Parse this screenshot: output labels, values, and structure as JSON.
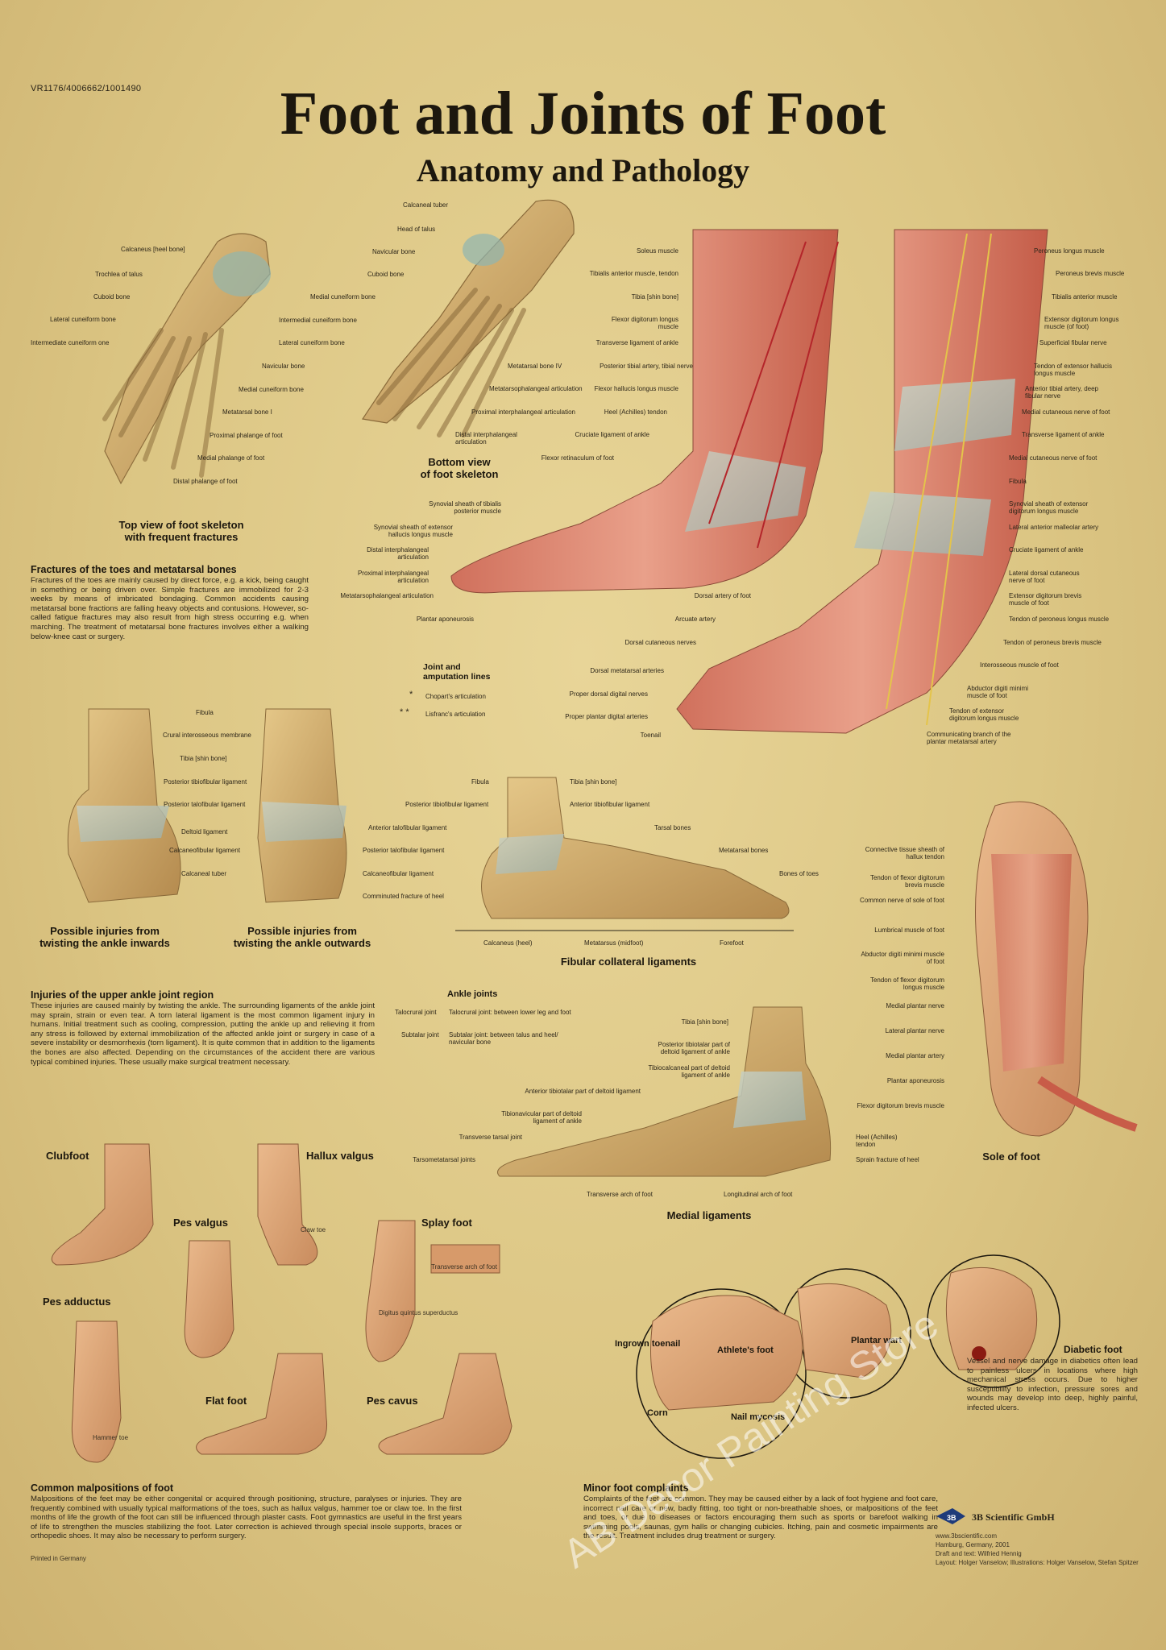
{
  "code": "VR1176/4006662/1001490",
  "title": "Foot and Joints of Foot",
  "subtitle": "Anatomy and Pathology",
  "top_view": {
    "labels": [
      "Calcaneus [heel bone]",
      "Trochlea of talus",
      "Cuboid bone",
      "Lateral cuneiform bone",
      "Intermediate cuneiform one"
    ],
    "labels_right": [
      "Navicular bone",
      "Medial cuneiform bone",
      "Metatarsal bone I",
      "Proximal phalange of foot",
      "Medial phalange of foot",
      "Distal phalange of foot"
    ],
    "caption": "Top view of foot skeleton\nwith frequent fractures"
  },
  "bottom_view": {
    "labels": [
      "Calcaneal tuber",
      "Head of talus",
      "Navicular bone",
      "Cuboid bone",
      "Medial cuneiform bone",
      "Intermedial cuneiform bone",
      "Lateral cuneiform bone"
    ],
    "labels_right": [
      "Metatarsal bone IV",
      "Metatarsophalangeal articulation",
      "Proximal interphalangeal articulation",
      "Distal interphalangeal articulation"
    ],
    "caption": "Bottom view\nof foot skeleton"
  },
  "fractures": {
    "heading": "Fractures of the toes and metatarsal bones",
    "text": "Fractures of the toes are mainly caused by direct force, e.g. a kick, being caught in something or being driven over. Simple fractures are immobilized for 2-3 weeks by means of imbricated bondaging. Common accidents causing metatarsal bone fractions are falling heavy objects and contusions. However, so-called fatigue fractures may also result from high stress occurring e.g. when marching. The treatment of metatarsal bone fractures involves either a walking below-knee cast or surgery."
  },
  "muscles": {
    "labels_left": [
      "Soleus muscle",
      "Tibialis anterior muscle, tendon",
      "Tibia [shin bone]",
      "Flexor digitorum longus muscle",
      "Transverse ligament of ankle",
      "Posterior tibial artery, tibial nerve",
      "Flexor hallucis longus muscle",
      "Heel (Achilles) tendon",
      "Cruciate ligament of ankle",
      "Flexor retinaculum of foot"
    ],
    "labels_lower": [
      "Synovial sheath of tibialis posterior muscle",
      "Synovial sheath of extensor hallucis longus muscle",
      "Distal interphalangeal articulation",
      "Proximal interphalangeal articulation",
      "Metatarsophalangeal articulation",
      "Plantar aponeurosis"
    ],
    "labels_mid": [
      "Dorsal artery of foot",
      "Arcuate artery",
      "Dorsal cutaneous nerves",
      "Dorsal metatarsal arteries",
      "Proper dorsal digital nerves",
      "Proper plantar digital arteries",
      "Toenail"
    ],
    "labels_right": [
      "Peroneus longus muscle",
      "Peroneus brevis muscle",
      "Tibialis anterior muscle",
      "Extensor digitorum longus muscle (of foot)",
      "Superficial fibular nerve",
      "Tendon of extensor hallucis longus muscle",
      "Anterior tibial artery, deep fibular nerve",
      "Medial cutaneous nerve of foot",
      "Transverse ligament of ankle",
      "Medial cutaneous nerve of foot",
      "Fibula",
      "Synovial sheath of extensor digitorum longus muscle",
      "Lateral anterior malleolar artery",
      "Cruciate ligament of ankle",
      "Lateral dorsal cutaneous nerve of foot",
      "Extensor digitorum brevis muscle of foot",
      "Tendon of peroneus longus muscle",
      "Tendon of peroneus brevis muscle",
      "Interosseous muscle of foot",
      "Abductor digiti minimi muscle of foot",
      "Tendon of extensor digitorum longus muscle",
      "Communicating branch of the plantar metatarsal artery"
    ]
  },
  "joint_lines": {
    "heading": "Joint and\namputation lines",
    "star1": "*",
    "chopart": "Chopart's articulation",
    "star2": "* *",
    "lisfranc": "Lisfranc's articulation"
  },
  "ankles": {
    "labels": [
      "Fibula",
      "Crural interosseous membrane",
      "Tibia [shin bone]",
      "Posterior tibiofibular ligament",
      "Posterior talofibular ligament",
      "Deltoid ligament",
      "Calcaneofibular ligament",
      "Calcaneal tuber"
    ],
    "caption_in": "Possible injuries from\ntwisting the ankle inwards",
    "caption_out": "Possible injuries from\ntwisting the ankle outwards"
  },
  "fibular": {
    "labels_left": [
      "Fibula",
      "Posterior tibiofibular ligament",
      "Anterior talofibular ligament",
      "Posterior talofibular ligament",
      "Calcaneofibular ligament",
      "Comminuted fracture of heel"
    ],
    "labels_right": [
      "Tibia [shin bone]",
      "Anterior tibiofibular ligament",
      "Tarsal bones",
      "Metatarsal bones",
      "Bones of toes"
    ],
    "spans": [
      "Calcaneus (heel)",
      "Metatarsus (midfoot)",
      "Forefoot"
    ],
    "caption": "Fibular collateral ligaments"
  },
  "upper_ankle": {
    "heading": "Injuries of the upper ankle joint region",
    "text": "These injuries are caused mainly by twisting the ankle. The surrounding ligaments of the ankle joint may sprain, strain or even tear. A torn lateral ligament is the most common ligament injury in humans. Initial treatment such as cooling, compression, putting the ankle up and relieving it from any stress is followed by external immobilization of the affected ankle joint or surgery in case of a severe instability or desmorrhexis (torn ligament). It is quite common that in addition to the ligaments the bones are also affected. Depending on the circumstances of the accident there are various typical combined injuries. These usually make surgical treatment necessary."
  },
  "ankle_joints": {
    "heading": "Ankle joints",
    "row1_key": "Talocrural joint",
    "row1_val": "Talocrural joint: between lower leg and foot",
    "row2_key": "Subtalar joint",
    "row2_val": "Subtalar joint: between talus and heel/\nnavicular bone"
  },
  "medial": {
    "labels_left": [
      "Anterior tibiotalar part of deltoid ligament",
      "Tibionavicular part of deltoid ligament of ankle",
      "Transverse tarsal joint",
      "Tarsometatarsal joints"
    ],
    "labels_top": [
      "Tibia [shin bone]",
      "Posterior tibiotalar part of deltoid ligament of ankle",
      "Tibiocalcaneal part of deltoid ligament of ankle"
    ],
    "labels_right": [
      "Heel (Achilles) tendon",
      "Sprain fracture of heel"
    ],
    "labels_bottom": [
      "Transverse arch of foot",
      "Longitudinal arch of foot"
    ],
    "caption": "Medial ligaments"
  },
  "sole": {
    "labels": [
      "Connective tissue sheath of hallux tendon",
      "Tendon of flexor digitorum brevis muscle",
      "Common nerve of sole of foot",
      "Lumbrical muscle of foot",
      "Abductor digiti minimi muscle of foot",
      "Tendon of flexor digitorum longus muscle",
      "Medial plantar nerve",
      "Lateral plantar nerve",
      "Medial plantar artery",
      "Plantar aponeurosis",
      "Flexor digitorum brevis muscle"
    ],
    "caption": "Sole of foot"
  },
  "malpositions": {
    "clubfoot": "Clubfoot",
    "hallux": "Hallux valgus",
    "claw": "Claw toe",
    "pes_valgus": "Pes valgus",
    "splay": "Splay foot",
    "transverse": "Transverse arch of foot",
    "digitus": "Digitus quintus superductus",
    "pes_adductus": "Pes adductus",
    "hammer": "Hammer toe",
    "flat": "Flat foot",
    "pes_cavus": "Pes cavus",
    "heading": "Common malpositions of foot",
    "text": "Malpositions of the feet may be either congenital or acquired through positioning, structure, paralyses or injuries. They are frequently combined with usually typical malformations of the toes, such as hallux valgus, hammer toe or claw toe. In the first months of life the growth of the foot can still be influenced through plaster casts. Foot gymnastics are useful in the first years of life to strengthen the muscles stabilizing the foot. Later correction is achieved through special insole supports, braces or orthopedic shoes. It may also be necessary to perform surgery.",
    "printed": "Printed in Germany"
  },
  "complaints": {
    "ingrown": "Ingrown toenail",
    "athlete": "Athlete's foot",
    "plantar": "Plantar wart",
    "corn": "Corn",
    "nail": "Nail mycosis",
    "heading": "Minor foot complaints",
    "text": "Complaints of the feet are common. They may be caused either by a lack of foot hygiene and foot care, incorrect nail care or new, badly fitting, too tight or non-breathable shoes, or malpositions of the feet and toes, or due to diseases or factors encouraging them such as sports or barefoot walking in swimming pools, saunas, gym halls or changing cubicles. Itching, pain and cosmetic impairments are the result. Treatment includes drug treatment or surgery."
  },
  "diabetic": {
    "heading": "Diabetic foot",
    "text": "Vessel and nerve damage in diabetics often lead to painless ulcers in locations where high mechanical stress occurs. Due to higher susceptibility to infection, pressure sores and wounds may develop into deep, highly painful, infected ulcers."
  },
  "publisher": {
    "name": "3B Scientific GmbH",
    "web": "www.3bscientific.com",
    "city": "Hamburg, Germany, 2001",
    "draft": "Draft and text: Wilfried Hennig",
    "layout": "Layout: Holger Vanselow; Illustrations: Holger Vanselow, Stefan Spitzer"
  },
  "watermark": "AB Decor Painting Store"
}
